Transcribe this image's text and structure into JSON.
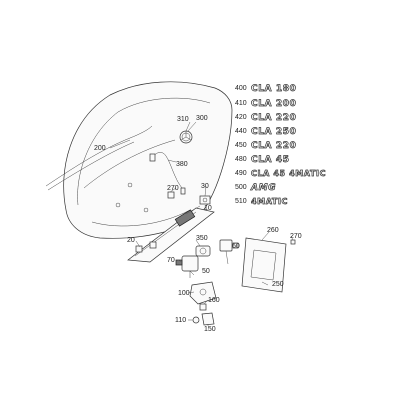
{
  "callouts": {
    "c310": "310",
    "c300": "300",
    "c200": "200",
    "c380": "380",
    "c270a": "270",
    "c30": "30",
    "c10": "10",
    "c20": "20",
    "c350": "350",
    "c70": "70",
    "c50": "50",
    "c60": "60",
    "c260": "260",
    "c270b": "270",
    "c250": "250",
    "c100": "100",
    "c160": "160",
    "c110": "110",
    "c150": "150"
  },
  "variants": [
    {
      "num": "400",
      "badge": "CLA 180"
    },
    {
      "num": "410",
      "badge": "CLA 200"
    },
    {
      "num": "420",
      "badge": "CLA 220"
    },
    {
      "num": "440",
      "badge": "CLA 250"
    },
    {
      "num": "450",
      "badge": "CLA 220"
    },
    {
      "num": "480",
      "badge": "CLA 45"
    },
    {
      "num": "490",
      "badge": "CLA 45 4MATIC"
    },
    {
      "num": "500",
      "badge": "AMG"
    },
    {
      "num": "510",
      "badge": "4MATIC"
    }
  ]
}
